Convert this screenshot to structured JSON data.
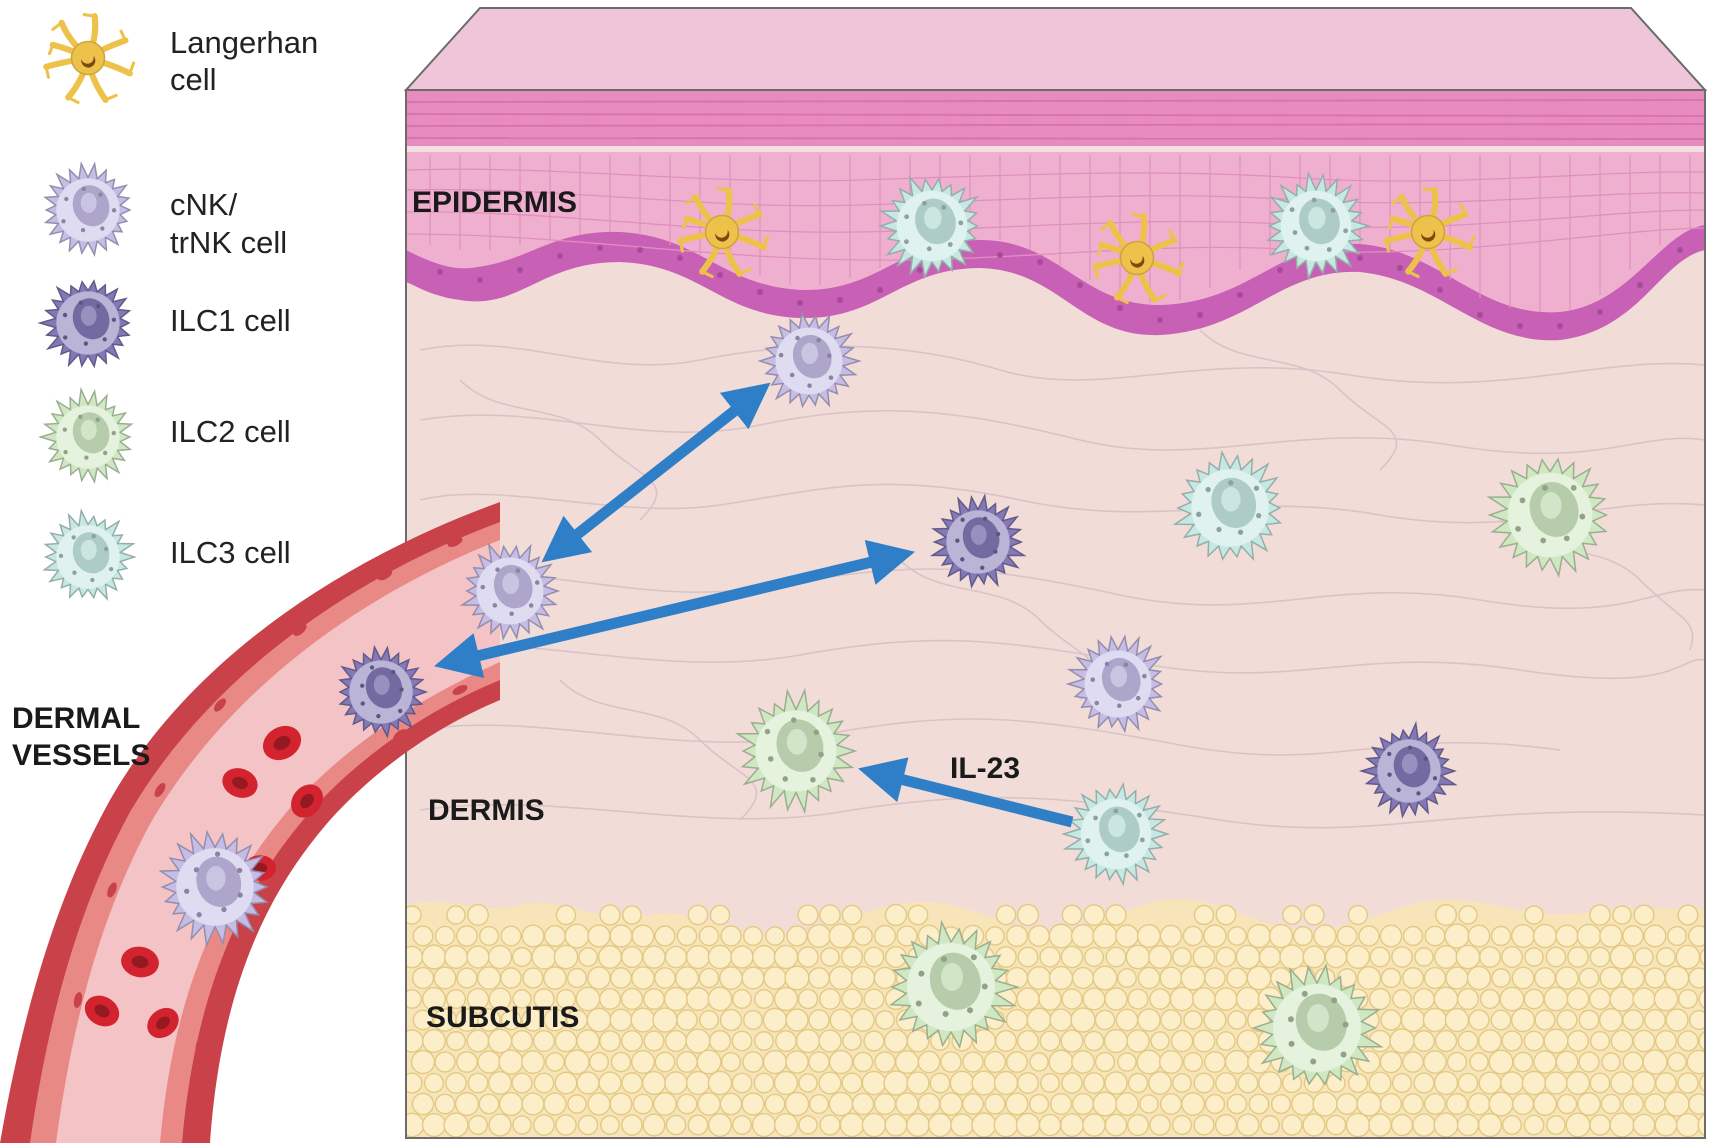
{
  "legend": {
    "items": [
      {
        "key": "langerhans",
        "lines": [
          "Langerhan",
          "cell"
        ]
      },
      {
        "key": "cnk",
        "lines": [
          "cNK/",
          "trNK cell"
        ]
      },
      {
        "key": "ilc1",
        "lines": [
          "ILC1 cell"
        ]
      },
      {
        "key": "ilc2",
        "lines": [
          "ILC2 cell"
        ]
      },
      {
        "key": "ilc3",
        "lines": [
          "ILC3 cell"
        ]
      }
    ]
  },
  "regions": {
    "epidermis": "EPIDERMIS",
    "dermis": "DERMIS",
    "subcutis": "SUBCUTIS",
    "vessels_line1": "DERMAL",
    "vessels_line2": "VESSELS"
  },
  "arrows": {
    "il23_label": "IL-23"
  },
  "colors": {
    "langerhans": "#eec24a",
    "cnk": "#c5bde6",
    "ilc1": "#8279b6",
    "ilc2": "#cfe8c1",
    "ilc3": "#c6e8e2",
    "arrow": "#2f7fc8",
    "vessel_wall": "#c9424a",
    "rbc": "#d3232f"
  },
  "cell_types": {
    "langerhans": "langerhans-cell-icon",
    "cnk": "cnk-trnk-cell-icon",
    "ilc1": "ilc1-cell-icon",
    "ilc2": "ilc2-cell-icon",
    "ilc3": "ilc3-cell-icon"
  }
}
